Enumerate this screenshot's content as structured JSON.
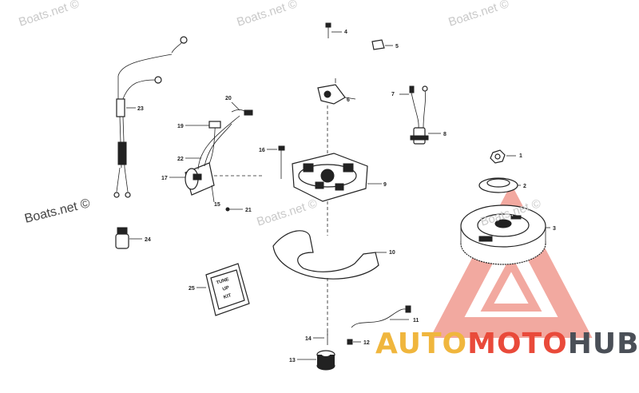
{
  "watermarks": {
    "w1": "Boats.net ©",
    "w2": "Boats.net ©",
    "w3": "Boats.net ©",
    "w4": "Boats.net ©",
    "w5": "Boats.net ©",
    "w6": "Boats.net ©"
  },
  "brand": {
    "part1": "AUTO",
    "part2": "MOTO",
    "part3": "HUB"
  },
  "colors": {
    "brand_yellow": "#f0b63d",
    "brand_red": "#e94a3a",
    "brand_gray": "#4a4f57",
    "triangle": "#f2a9a0"
  },
  "decal_text": [
    "TUNE",
    "UP",
    "KIT"
  ],
  "callouts": [
    "1",
    "2",
    "3",
    "4",
    "5",
    "6",
    "7",
    "8",
    "9",
    "10",
    "11",
    "12",
    "13",
    "14",
    "15",
    "16",
    "17",
    "19",
    "20",
    "21",
    "22",
    "23",
    "24",
    "25"
  ]
}
